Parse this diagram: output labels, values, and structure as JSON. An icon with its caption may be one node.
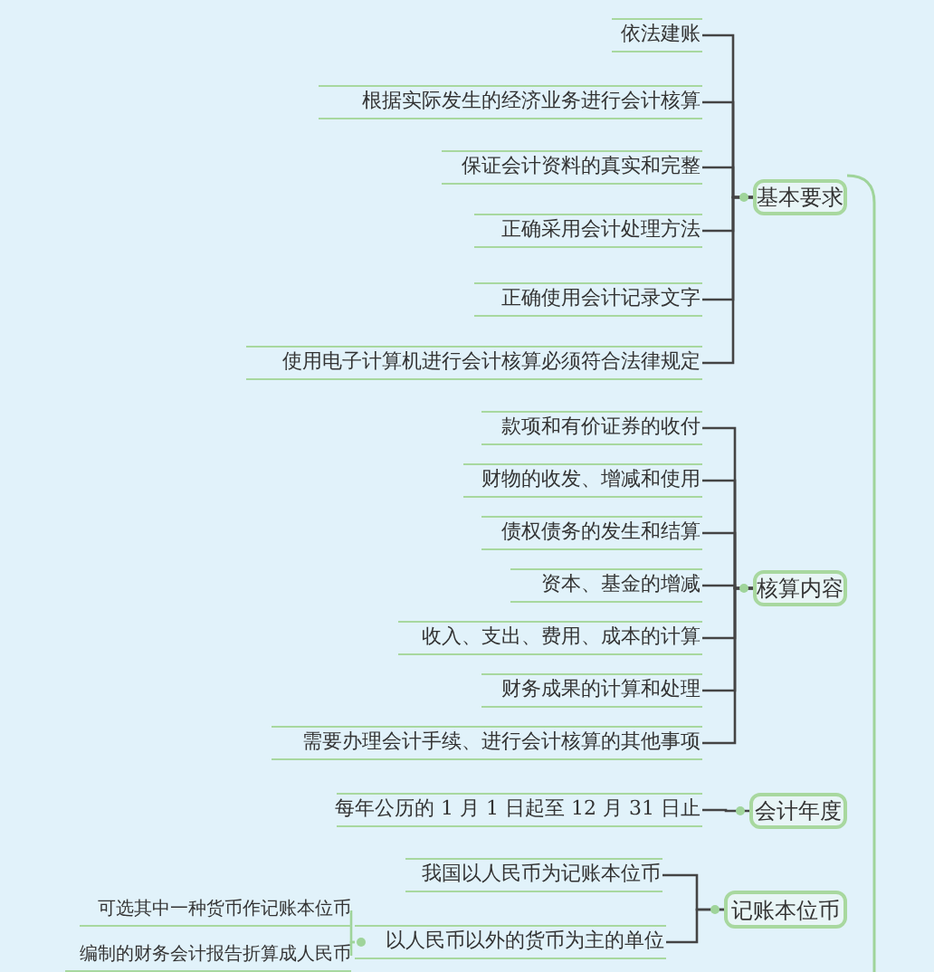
{
  "diagram": {
    "nodes": [
      {
        "text": [
          "基本要求"
        ]
      },
      {
        "text": [
          "依法建账"
        ]
      },
      {
        "text": [
          "根据实际发生的经济业务进行会计核算"
        ]
      },
      {
        "text": [
          "保证会计资料的真实和完整"
        ]
      },
      {
        "text": [
          "正确采用会计处理方法"
        ]
      },
      {
        "text": [
          "正确使用会计记录文字"
        ]
      },
      {
        "text": [
          "使用电子计算机进行会计核算必须符合法律规定"
        ]
      },
      {
        "text": [
          "核算内容"
        ]
      },
      {
        "text": [
          "款项和有价证券的收付"
        ]
      },
      {
        "text": [
          "财物的收发、增减和使用"
        ]
      },
      {
        "text": [
          "债权债务的发生和结算"
        ]
      },
      {
        "text": [
          "资本、基金的增减"
        ]
      },
      {
        "text": [
          "收入、支出、费用、成本的计算"
        ]
      },
      {
        "text": [
          "财务成果的计算和处理"
        ]
      },
      {
        "text": [
          "需要办理会计手续、进行会计核算的其他事项"
        ]
      },
      {
        "text": [
          "会计年度"
        ]
      },
      {
        "text": [
          "每年公历的 1 月 1 日起至 12 月 31 日止"
        ]
      },
      {
        "text": [
          "记账本位币"
        ]
      },
      {
        "text": [
          "我国以人民币为记账本位币"
        ]
      },
      {
        "text": [
          "以人民币以外的货币为主的单位"
        ]
      },
      {
        "text": [
          "可选其中一种货币作记账本位币"
        ]
      },
      {
        "text": [
          "编制的财务会计报告折算成人民币"
        ]
      }
    ],
    "edges": [
      {
        "from": 0,
        "to": 1,
        "arrow": "none"
      },
      {
        "from": 0,
        "to": 2,
        "arrow": "none"
      },
      {
        "from": 0,
        "to": 3,
        "arrow": "none"
      },
      {
        "from": 0,
        "to": 4,
        "arrow": "none"
      },
      {
        "from": 0,
        "to": 5,
        "arrow": "none"
      },
      {
        "from": 0,
        "to": 6,
        "arrow": "none"
      },
      {
        "from": 7,
        "to": 8,
        "arrow": "none"
      },
      {
        "from": 7,
        "to": 9,
        "arrow": "none"
      },
      {
        "from": 7,
        "to": 10,
        "arrow": "none"
      },
      {
        "from": 7,
        "to": 11,
        "arrow": "none"
      },
      {
        "from": 7,
        "to": 12,
        "arrow": "none"
      },
      {
        "from": 7,
        "to": 13,
        "arrow": "none"
      },
      {
        "from": 7,
        "to": 14,
        "arrow": "none"
      },
      {
        "from": 15,
        "to": 16,
        "arrow": "none"
      },
      {
        "from": 17,
        "to": 18,
        "arrow": "none"
      },
      {
        "from": 17,
        "to": 19,
        "arrow": "none"
      },
      {
        "from": 19,
        "to": 20,
        "arrow": "none",
        "color": "#9fd49a"
      },
      {
        "from": 19,
        "to": 21,
        "arrow": "none",
        "color": "#9fd49a"
      }
    ]
  }
}
